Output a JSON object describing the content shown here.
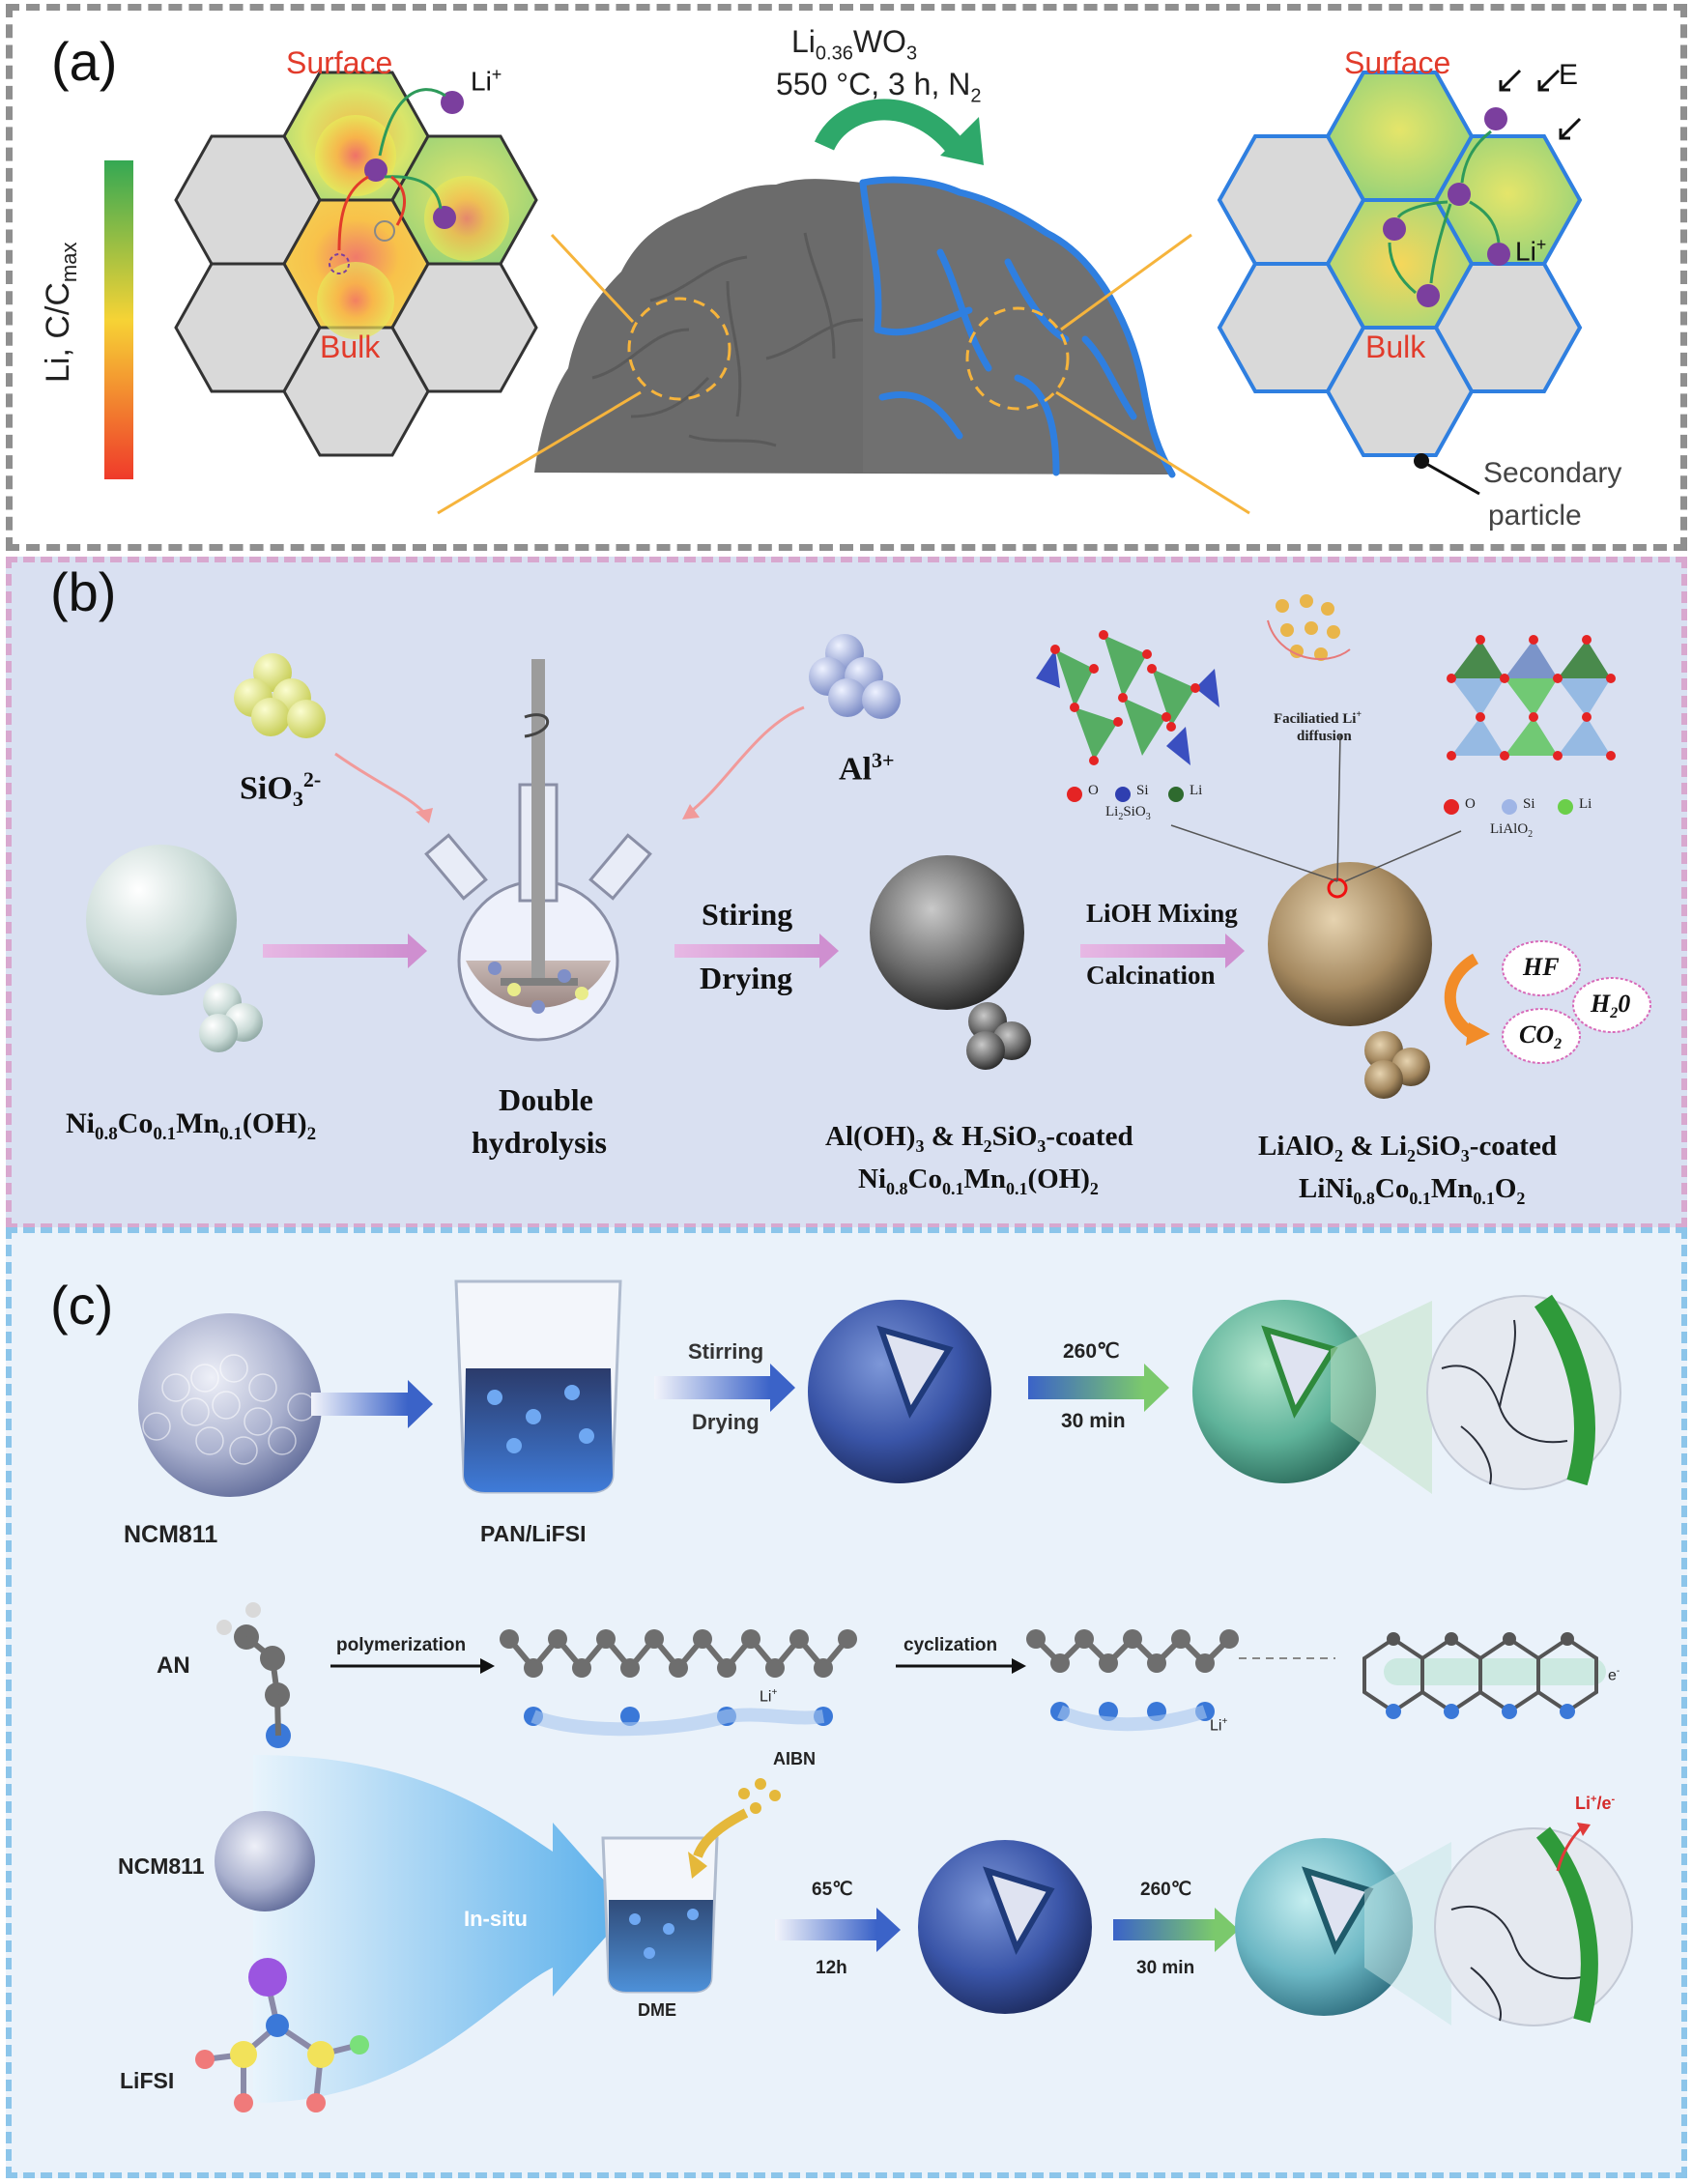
{
  "panel_a": {
    "letter": "(a)",
    "axis_label": "Li, C/C",
    "axis_label_sub": "max",
    "surface_left": "Surface",
    "surface_right": "Surface",
    "bulk_left": "Bulk",
    "bulk_right": "Bulk",
    "li_ion_left": "Li",
    "li_ion_right": "Li",
    "li_ion_sup": "+",
    "field_label": "E",
    "reaction_line1_main": "Li",
    "reaction_line1_sub": "0.36",
    "reaction_line1_rest": "WO",
    "reaction_line1_sub2": "3",
    "reaction_line2": "550 °C, 3 h, N",
    "reaction_line2_sub": "2",
    "secondary_label_1": "Secondary",
    "secondary_label_2": "particle",
    "colors": {
      "gradient_top": "#3aa655",
      "gradient_mid": "#f6d335",
      "gradient_bottom": "#ef3a2a",
      "coating": "#2f7fe0",
      "ion": "#7b3f9e",
      "arrow": "#2e9a5a",
      "surface_text": "#e23b2b"
    }
  },
  "panel_b": {
    "letter": "(b)",
    "sio3_label": "SiO",
    "sio3_sub": "3",
    "sio3_sup": "2-",
    "al_label": "Al",
    "al_sup": "3+",
    "precursor_label": "Ni",
    "precursor_parts": [
      "0.8",
      "Co",
      "0.1",
      "Mn",
      "0.1",
      "(OH)",
      "2"
    ],
    "double_hydrolysis_1": "Double",
    "double_hydrolysis_2": "hydrolysis",
    "step1_top": "Stiring",
    "step1_bottom": "Drying",
    "step2_top": "LiOH Mixing",
    "step2_bottom": "Calcination",
    "coated_line1": "Al(OH)",
    "coated_line1_parts": [
      "3",
      " & H",
      "2",
      "SiO",
      "3",
      "-coated"
    ],
    "coated_line2": "Ni",
    "coated_line2_parts": [
      "0.8",
      "Co",
      "0.1",
      "Mn",
      "0.1",
      "(OH)",
      "2"
    ],
    "final_line1": "LiAlO",
    "final_line1_parts": [
      "2",
      " & Li",
      "2",
      "SiO",
      "3",
      "-coated"
    ],
    "final_line2": "LiNi",
    "final_line2_parts": [
      "0.8",
      "Co",
      "0.1",
      "Mn",
      "0.1",
      "O",
      "2"
    ],
    "legend_left": [
      "O",
      "Si",
      "Li"
    ],
    "legend_left_name": "Li",
    "legend_left_name_parts": [
      "2",
      "SiO",
      "3"
    ],
    "legend_right": [
      "O",
      "Si",
      "Li"
    ],
    "legend_right_name": "LiAlO",
    "legend_right_name_sub": "2",
    "diffusion_1": "Faciliatied Li",
    "diffusion_sup": "+",
    "diffusion_2": "diffusion",
    "byproducts": [
      "HF",
      "H",
      "CO"
    ],
    "byproduct_h2o_sub": "2",
    "byproduct_h2o_rest": "0",
    "byproduct_co2_sub": "2"
  },
  "panel_c": {
    "letter": "(c)",
    "ncm_label": "NCM811",
    "pan_label": "PAN/LiFSI",
    "step1_top": "Stirring",
    "step1_bottom": "Drying",
    "step2_top": "260℃",
    "step2_bottom": "30 min",
    "an_label": "AN",
    "polymerization": "polymerization",
    "cyclization": "cyclization",
    "li_plus": "Li",
    "e_minus": "e",
    "ncm_label_2": "NCM811",
    "lifsi_label": "LiFSI",
    "in_situ": "In-situ",
    "aibn": "AIBN",
    "dme": "DME",
    "step3_top": "65℃",
    "step3_bottom": "12h",
    "step4_top": "260℃",
    "step4_bottom": "30 min",
    "li_e": "Li",
    "li_e_rest": "/e"
  }
}
